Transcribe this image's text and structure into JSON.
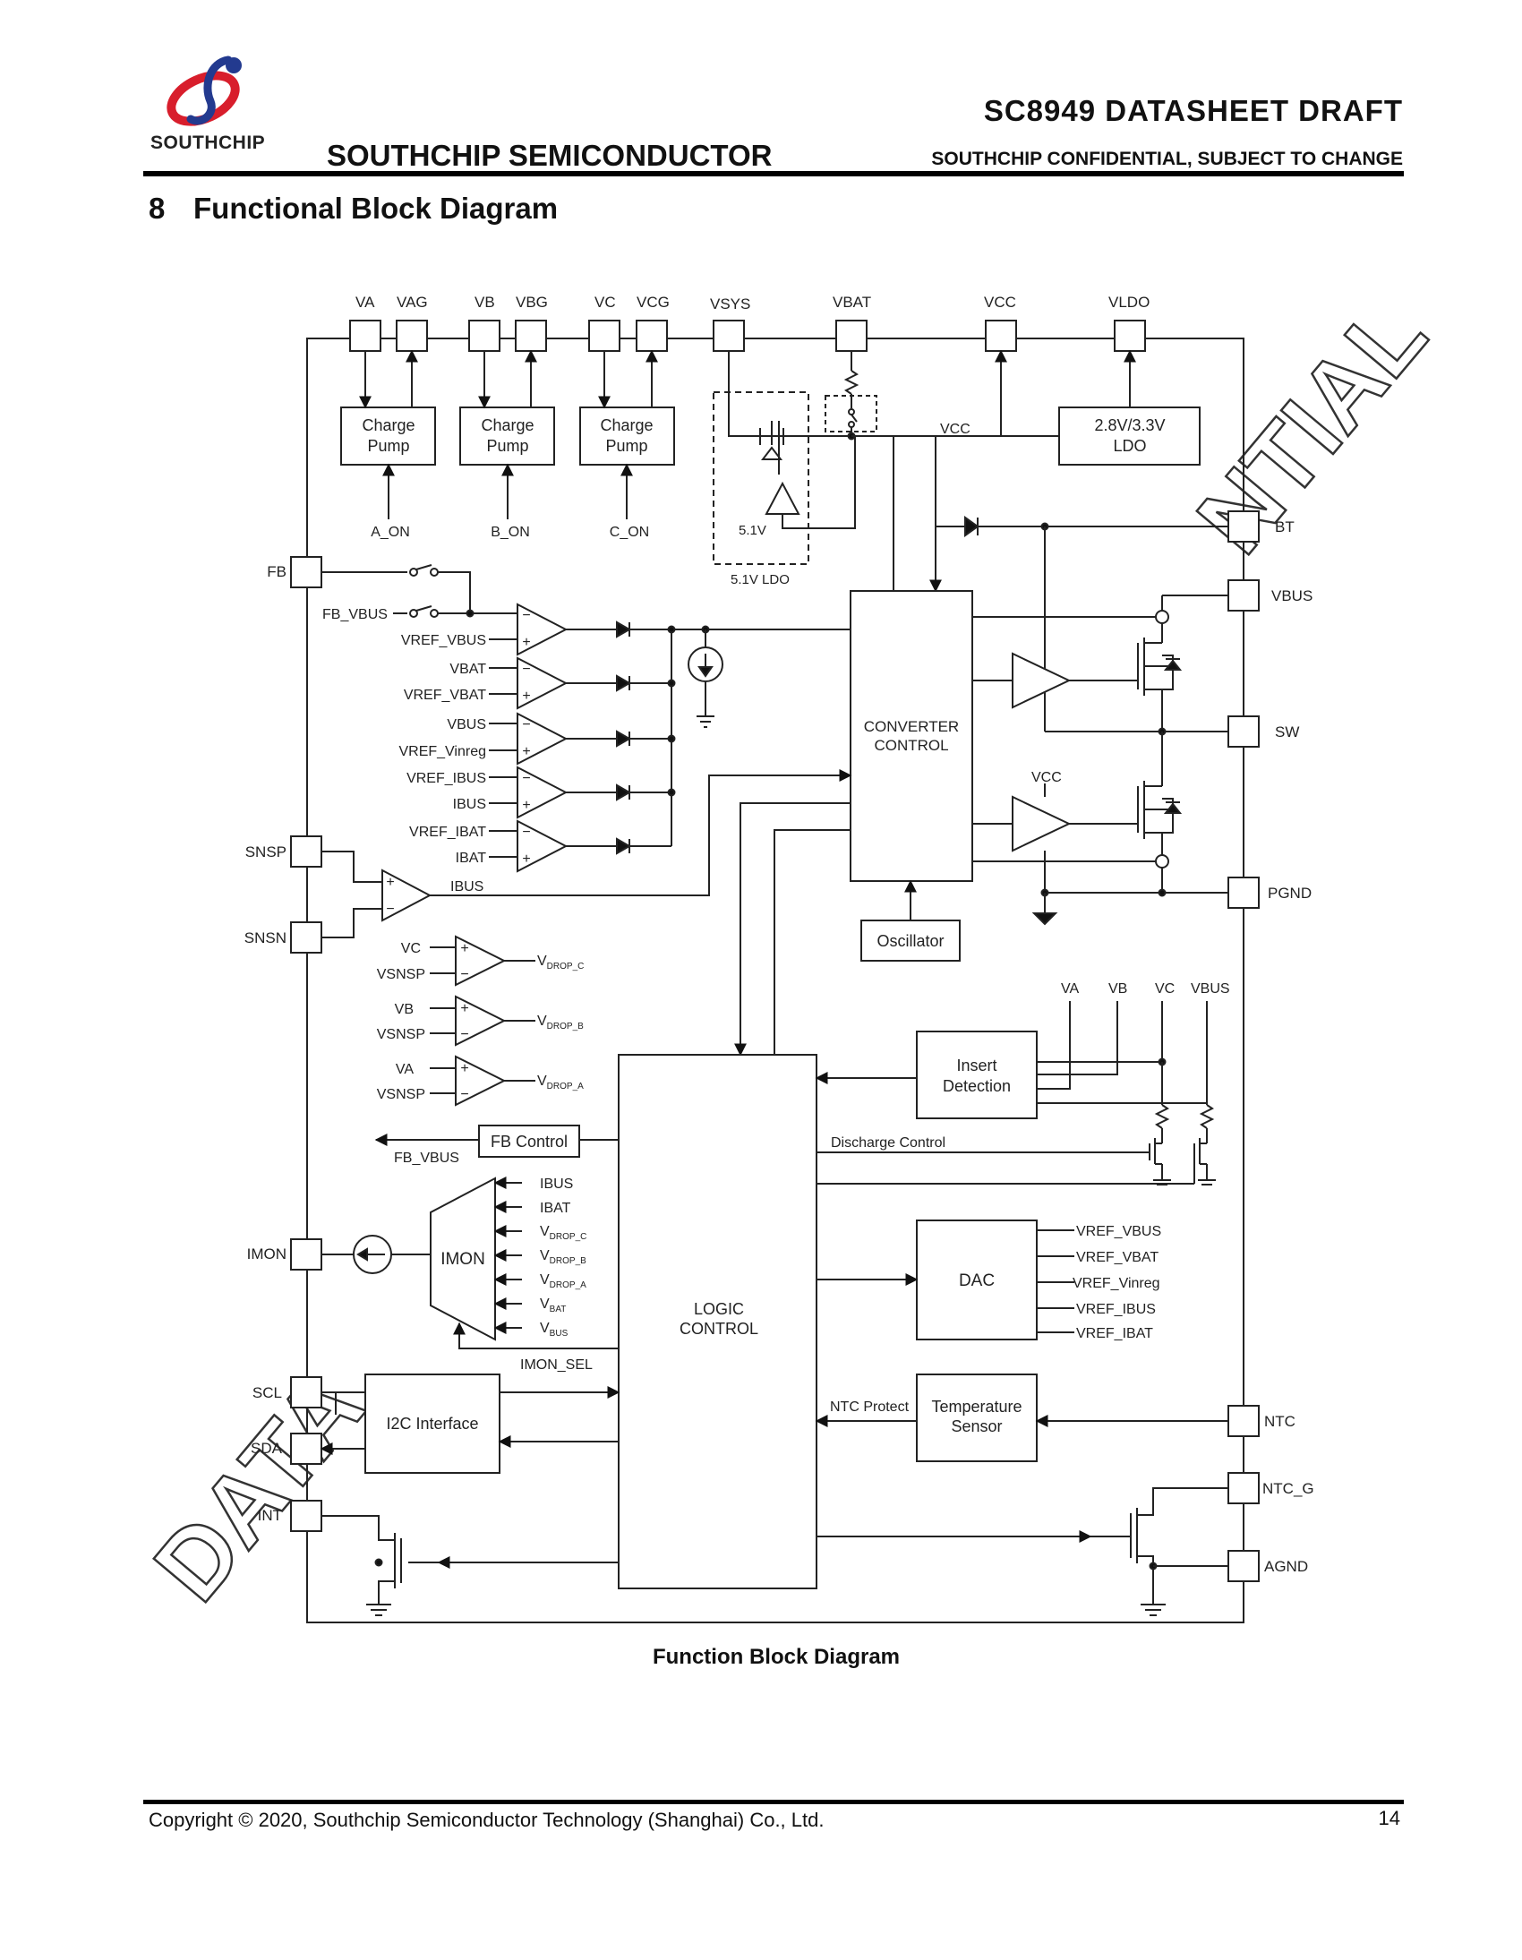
{
  "header": {
    "logo_text": "SOUTHCHIP",
    "company": "SOUTHCHIP SEMICONDUCTOR",
    "doc_title": "SC8949  DATASHEET  DRAFT",
    "confidential": "SOUTHCHIP CONFIDENTIAL, SUBJECT TO CHANGE"
  },
  "section": {
    "number": "8",
    "title": "Functional Block Diagram"
  },
  "diagram": {
    "watermark_left": "DATA",
    "watermark_right": "NTIAL",
    "pins_top": [
      "VA",
      "VAG",
      "VB",
      "VBG",
      "VC",
      "VCG",
      "VSYS",
      "VBAT",
      "VCC",
      "VLDO"
    ],
    "pins_left": [
      "FB",
      "SNSP",
      "SNSN",
      "IMON",
      "SCL",
      "SDA",
      "INT"
    ],
    "pins_right": [
      "BT",
      "VBUS",
      "SW",
      "PGND",
      "NTC",
      "NTC_G",
      "AGND"
    ],
    "blocks": {
      "charge_pump_line1": "Charge",
      "charge_pump_line2": "Pump",
      "ldo_line1": "2.8V/3.3V",
      "ldo_line2": "LDO",
      "converter_line1": "CONVERTER",
      "converter_line2": "CONTROL",
      "oscillator": "Oscillator",
      "insert_line1": "Insert",
      "insert_line2": "Detection",
      "dac": "DAC",
      "temp_line1": "Temperature",
      "temp_line2": "Sensor",
      "i2c": "I2C Interface",
      "fb_control": "FB Control",
      "logic_line1": "LOGIC",
      "logic_line2": "CONTROL",
      "imon": "IMON"
    },
    "labels": {
      "a_on": "A_ON",
      "b_on": "B_ON",
      "c_on": "C_ON",
      "ldo_51v": "5.1V",
      "ldo_51v_label": "5.1V LDO",
      "vcc_internal": "VCC",
      "vcc_lowside": "VCC",
      "fb_vbus": "FB_VBUS",
      "vref_vbus": "VREF_VBUS",
      "vbat": "VBAT",
      "vref_vbat": "VREF_VBAT",
      "vbus": "VBUS",
      "vref_vinreg": "VREF_Vinreg",
      "vref_ibus": "VREF_IBUS",
      "ibus": "IBUS",
      "vref_ibat": "VREF_IBAT",
      "ibat": "IBAT",
      "ibus_amp": "IBUS",
      "vc": "VC",
      "vb": "VB",
      "va": "VA",
      "vsnsp": "VSNSP",
      "vdrop_c": "DROP_C",
      "vdrop_b": "DROP_B",
      "vdrop_a": "DROP_A",
      "v_prefix": "V",
      "insert_va": "VA",
      "insert_vb": "VB",
      "insert_vc": "VC",
      "insert_vbus": "VBUS",
      "discharge": "Discharge Control",
      "fb_vbus_out": "FB_VBUS",
      "imon_ibus": "IBUS",
      "imon_ibat": "IBAT",
      "imon_vbat_sub": "BAT",
      "imon_vbus_sub": "BUS",
      "imon_sel": "IMON_SEL",
      "dac_vref_vbus": "VREF_VBUS",
      "dac_vref_vbat": "VREF_VBAT",
      "dac_vref_vinreg": "VREF_Vinreg",
      "dac_vref_ibus": "VREF_IBUS",
      "dac_vref_ibat": "VREF_IBAT",
      "ntc_protect": "NTC Protect"
    }
  },
  "caption": "Function Block Diagram",
  "footer": {
    "copyright": "Copyright © 2020, Southchip Semiconductor Technology (Shanghai) Co., Ltd.",
    "page_number": "14"
  }
}
